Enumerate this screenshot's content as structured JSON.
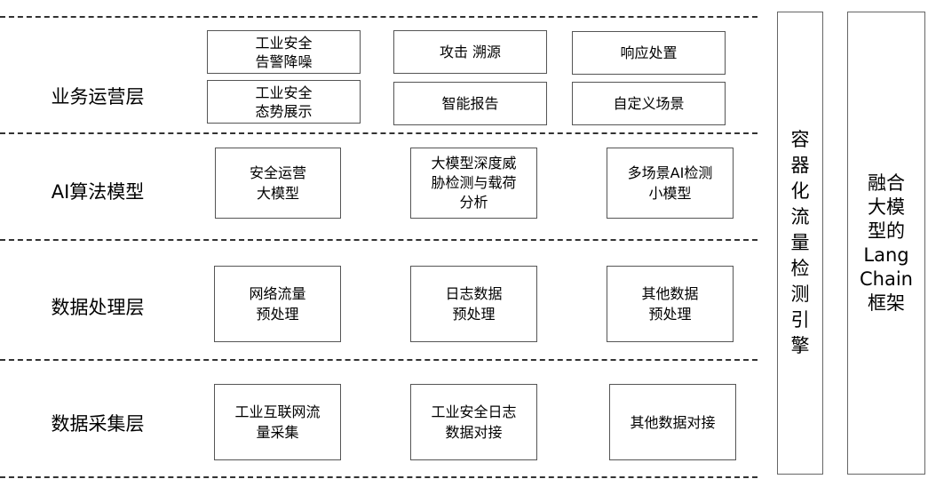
{
  "layers": [
    {
      "label": "业务运营层",
      "boxes": [
        {
          "text": "工业安全\n告警降噪"
        },
        {
          "text": "攻击 溯源"
        },
        {
          "text": "响应处置"
        },
        {
          "text": "工业安全\n态势展示"
        },
        {
          "text": "智能报告"
        },
        {
          "text": "自定义场景"
        }
      ]
    },
    {
      "label": "AI算法模型",
      "boxes": [
        {
          "text": "安全运营\n大模型"
        },
        {
          "text": "大模型深度威\n胁检测与载荷\n分析"
        },
        {
          "text": "多场景AI检测\n小模型"
        }
      ]
    },
    {
      "label": "数据处理层",
      "boxes": [
        {
          "text": "网络流量\n预处理"
        },
        {
          "text": "日志数据\n预处理"
        },
        {
          "text": "其他数据\n预处理"
        }
      ]
    },
    {
      "label": "数据采集层",
      "boxes": [
        {
          "text": "工业互联网流\n量采集"
        },
        {
          "text": "工业安全日志\n数据对接"
        },
        {
          "text": "其他数据对接"
        }
      ]
    }
  ],
  "side_panels": [
    {
      "text": "容\n器\n化\n流\n量\n检\n测\n引\n擎"
    },
    {
      "text": "融合\n大模\n型的\nLang\nChain\n框架"
    }
  ],
  "colors": {
    "line": "#333333",
    "box_border": "#555555",
    "background": "#ffffff"
  }
}
